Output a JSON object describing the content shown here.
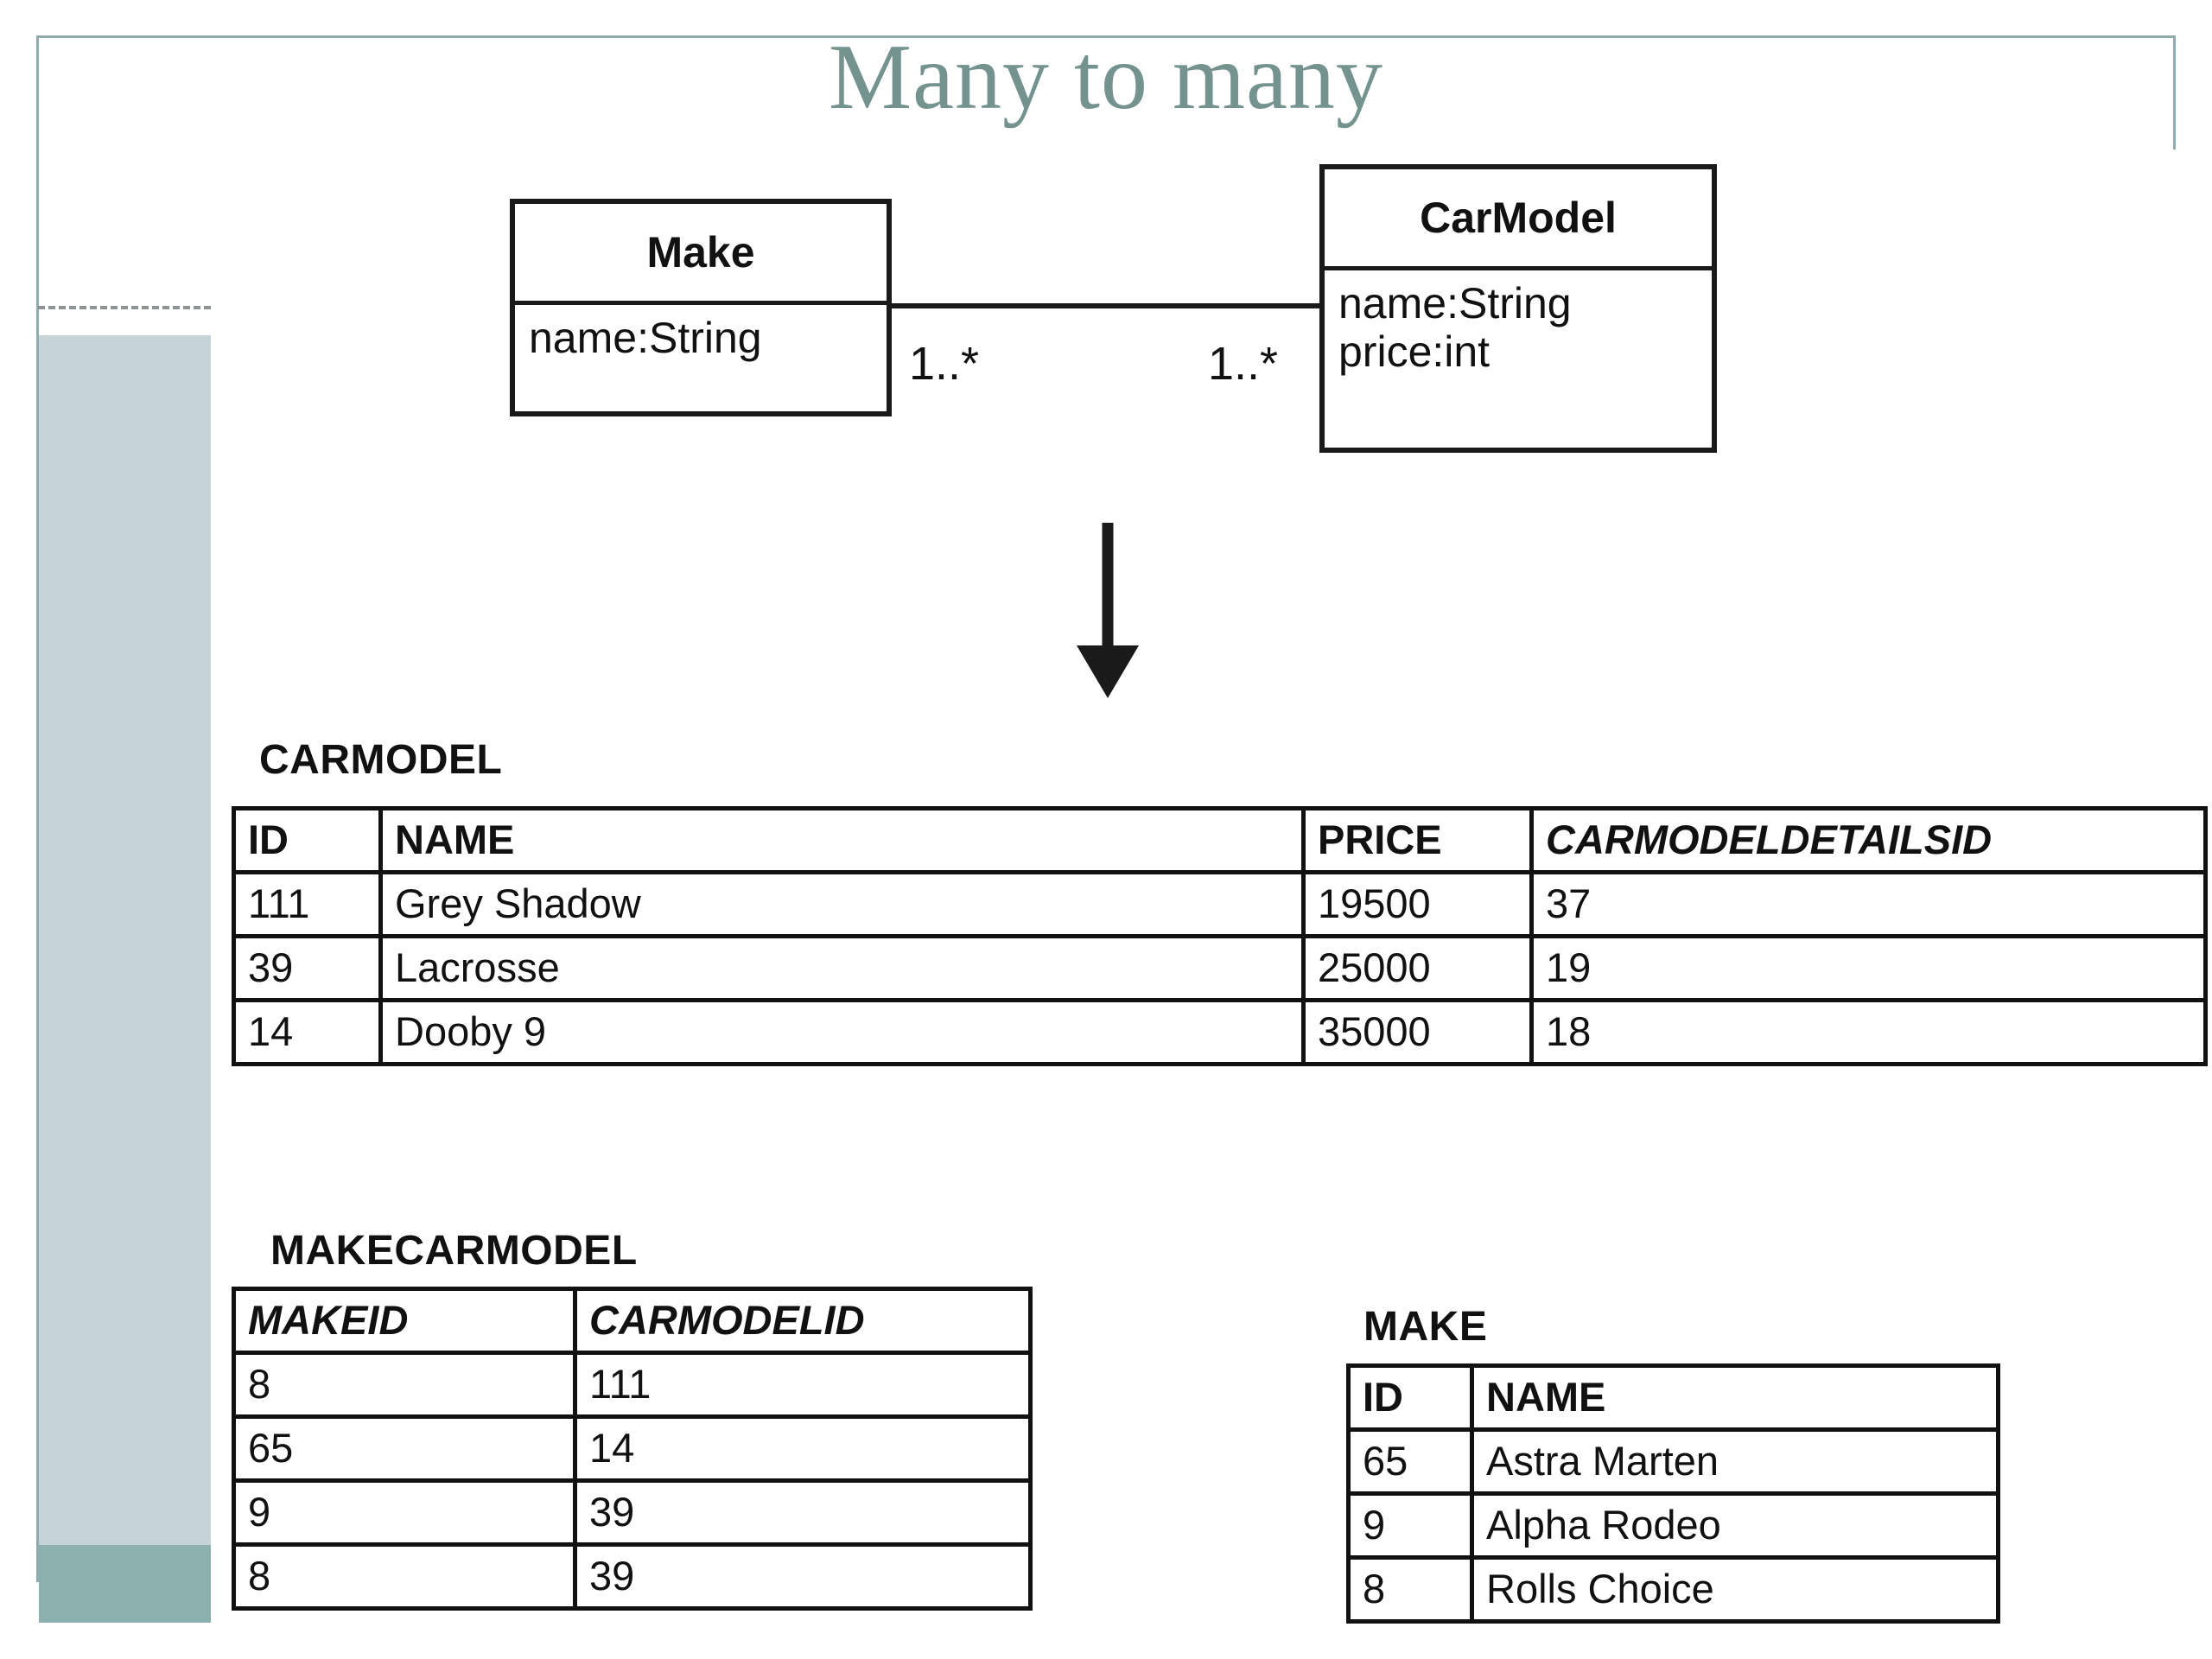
{
  "slide": {
    "title": "Many to many"
  },
  "uml": {
    "classes": [
      {
        "name": "Make",
        "attributes": "name:String"
      },
      {
        "name": "CarModel",
        "attributes_line1": "name:String",
        "attributes_line2": "price:int"
      }
    ],
    "association": {
      "left_multiplicity": "1..*",
      "right_multiplicity": "1..*"
    },
    "arrow": "down-arrow"
  },
  "tables": {
    "carmodel": {
      "label": "CARMODEL",
      "headers": [
        "ID",
        "NAME",
        "PRICE",
        "CARMODELDETAILSID"
      ],
      "header_styles": [
        "pk",
        "plain",
        "plain",
        "fk"
      ],
      "rows": [
        [
          "111",
          "Grey Shadow",
          "19500",
          "37"
        ],
        [
          "39",
          "Lacrosse",
          "25000",
          "19"
        ],
        [
          "14",
          "Dooby 9",
          "35000",
          "18"
        ]
      ]
    },
    "makecarmodel": {
      "label": "MAKECARMODEL",
      "headers": [
        "MAKEID",
        "CARMODELID"
      ],
      "header_styles": [
        "fk",
        "fk"
      ],
      "rows": [
        [
          "8",
          "111"
        ],
        [
          "65",
          "14"
        ],
        [
          "9",
          "39"
        ],
        [
          "8",
          "39"
        ]
      ]
    },
    "make": {
      "label": "MAKE",
      "headers": [
        "ID",
        "NAME"
      ],
      "header_styles": [
        "pk",
        "plain"
      ],
      "rows": [
        [
          "65",
          "Astra Marten"
        ],
        [
          "9",
          "Alpha Rodeo"
        ],
        [
          "8",
          "Rolls Choice"
        ]
      ]
    }
  },
  "colors": {
    "title": "#74938f",
    "frame": "#8fabae",
    "sidebar_light": "#c5d3d7",
    "sidebar_dark": "#8bb0ad",
    "ink": "#111111"
  }
}
